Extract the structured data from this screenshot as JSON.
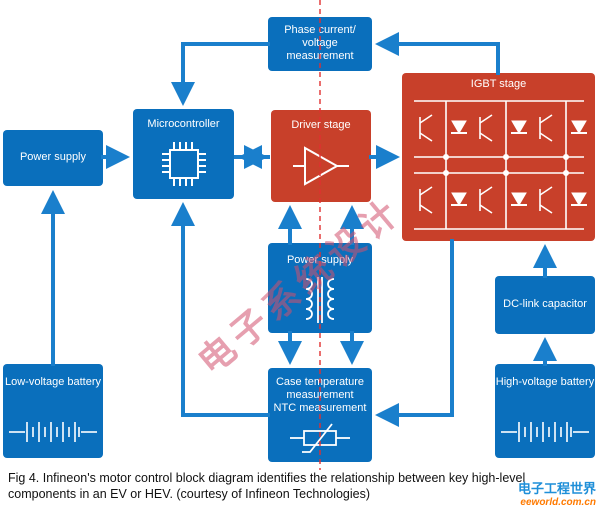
{
  "blocks": {
    "phase_current": "Phase current/ voltage measurement",
    "microcontroller": "Microcontroller",
    "driver_stage": "Driver stage",
    "igbt_stage": "IGBT stage",
    "power_supply_left": "Power supply",
    "power_supply_center": "Power supply",
    "dc_link": "DC-link capacitor",
    "low_voltage_battery": "Low-voltage battery",
    "high_voltage_battery": "High-voltage battery",
    "case_temp_line1": "Case temperature",
    "case_temp_line2": "measurement",
    "case_temp_line3": "NTC measurement"
  },
  "caption": {
    "line1": "Fig 4. Infineon's motor control block diagram identifies the relationship between key high-level",
    "line2": "components in an EV or HEV. (courtesy of Infineon Technologies)"
  },
  "watermark": "电子系统设计",
  "logo": {
    "line1": "电子工程世界",
    "line2": "eeworld.com.cn"
  },
  "colors": {
    "blue": "#0a6fbc",
    "red": "#c8402a",
    "arrow": "#1a7fcc",
    "divider": "#e03030"
  }
}
